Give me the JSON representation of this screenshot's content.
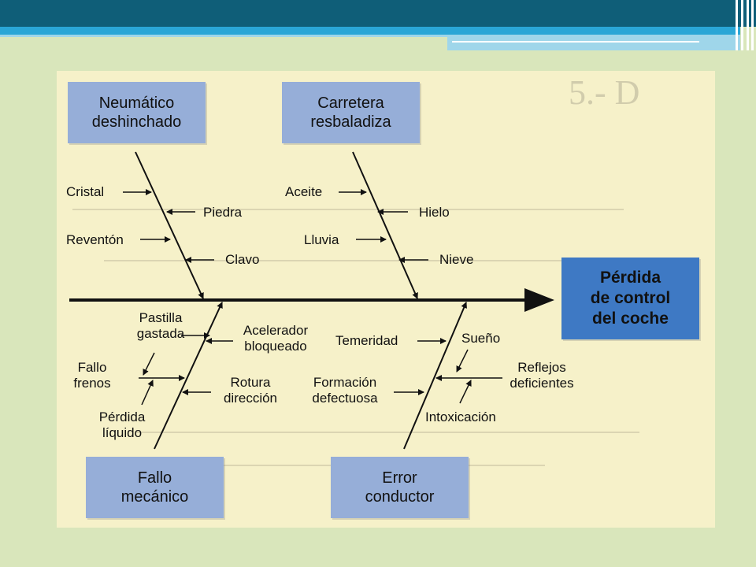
{
  "diagram": {
    "effect": "Pérdida\nde control\ndel coche",
    "categories": {
      "neumatico": "Neumático\ndeshinchado",
      "carretera": "Carretera\nresbaladiza",
      "mecanico": "Fallo\nmecánico",
      "conductor": "Error\nconductor"
    },
    "causes": {
      "neumatico": [
        "Cristal",
        "Piedra",
        "Reventón",
        "Clavo"
      ],
      "carretera": [
        "Aceite",
        "Hielo",
        "Lluvia",
        "Nieve"
      ],
      "mecanico": [
        "Pastilla\ngastada",
        "Acelerador\nbloqueado",
        "Fallo\nfrenos",
        "Rotura\ndirección",
        "Pérdida\nlíquido"
      ],
      "conductor": [
        "Temeridad",
        "Sueño",
        "Reflejos\ndeficientes",
        "Formación\ndefectuosa",
        "Intoxicación"
      ]
    },
    "colors": {
      "category_box": "#96aed8",
      "effect_box": "#3e79c4",
      "background": "#f6f1c9"
    }
  }
}
